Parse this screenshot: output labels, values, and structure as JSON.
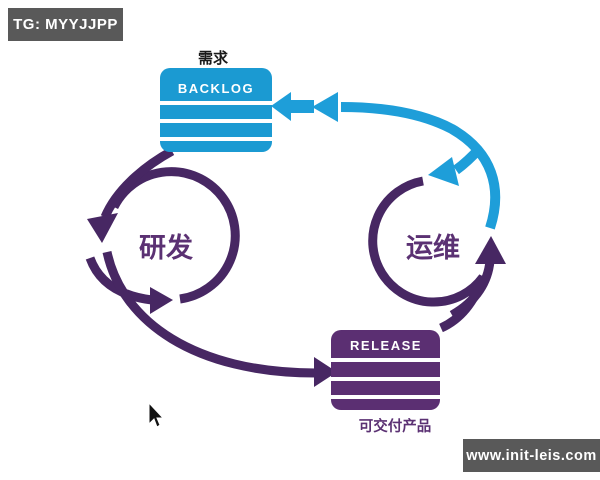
{
  "badges": {
    "top_left": "TG: MYYJJPP",
    "bottom_right": "www.init-leis.com",
    "bg_color": "#595959"
  },
  "diagram": {
    "requirement_label": "需求",
    "backlog": {
      "title": "BACKLOG"
    },
    "dev_cycle_label": "研发",
    "ops_cycle_label": "运维",
    "release": {
      "title": "RELEASE"
    },
    "deliverable_label": "可交付产品"
  },
  "colors": {
    "blue": "#1B9AD2",
    "blue_arrow": "#1E9ED9",
    "purple_box": "#5B2F72",
    "purple_arrow": "#472763",
    "purple_text": "#5B3173",
    "black_text": "#1A1A1A"
  }
}
